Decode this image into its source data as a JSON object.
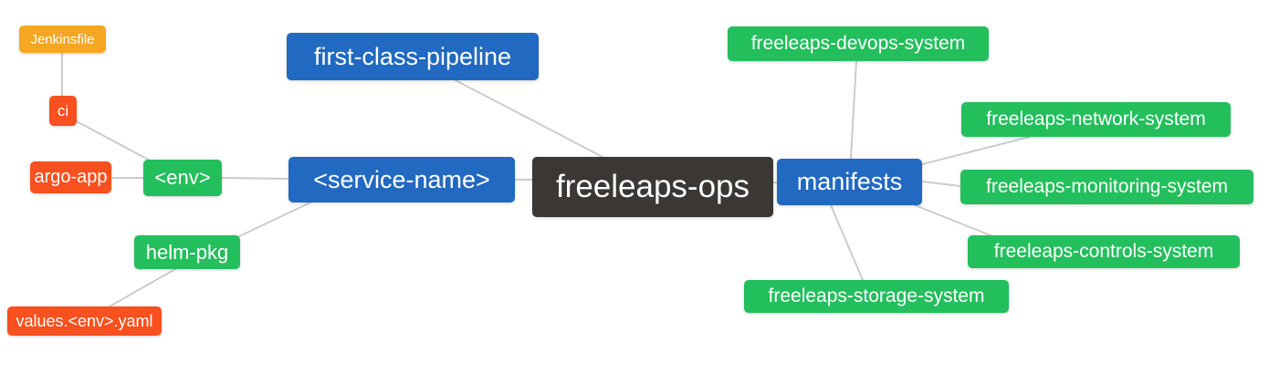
{
  "diagram": {
    "type": "mindmap",
    "root": "freeleaps-ops",
    "colors": {
      "primary_branch": "#2169c1",
      "leaf_green": "#23bf5c",
      "leaf_red": "#f8501e",
      "leaf_orange": "#f6a623",
      "root_dark": "#3b3734",
      "edge_gray": "#cccccc",
      "node_text": "#ffffff",
      "background": "#ffffff"
    },
    "nodes": [
      {
        "id": "jenkinsfile",
        "label": "Jenkinsfile",
        "color": "#f6a623"
      },
      {
        "id": "ci",
        "label": "ci",
        "color": "#f8501e"
      },
      {
        "id": "argo-app",
        "label": "argo-app",
        "color": "#f8501e"
      },
      {
        "id": "env",
        "label": "<env>",
        "color": "#23bf5c"
      },
      {
        "id": "helm-pkg",
        "label": "helm-pkg",
        "color": "#23bf5c"
      },
      {
        "id": "values-env-yaml",
        "label": "values.<env>.yaml",
        "color": "#f8501e"
      },
      {
        "id": "first-class-pipeline",
        "label": "first-class-pipeline",
        "color": "#2169c1"
      },
      {
        "id": "service-name",
        "label": "<service-name>",
        "color": "#2169c1"
      },
      {
        "id": "freeleaps-ops",
        "label": "freeleaps-ops",
        "color": "#3b3734"
      },
      {
        "id": "manifests",
        "label": "manifests",
        "color": "#2169c1"
      },
      {
        "id": "freeleaps-devops-system",
        "label": "freeleaps-devops-system",
        "color": "#23bf5c"
      },
      {
        "id": "freeleaps-network-system",
        "label": "freeleaps-network-system",
        "color": "#23bf5c"
      },
      {
        "id": "freeleaps-monitoring-system",
        "label": "freeleaps-monitoring-system",
        "color": "#23bf5c"
      },
      {
        "id": "freeleaps-controls-system",
        "label": "freeleaps-controls-system",
        "color": "#23bf5c"
      },
      {
        "id": "freeleaps-storage-system",
        "label": "freeleaps-storage-system",
        "color": "#23bf5c"
      }
    ],
    "edges": [
      {
        "from": "jenkinsfile",
        "to": "ci"
      },
      {
        "from": "ci",
        "to": "env"
      },
      {
        "from": "argo-app",
        "to": "env"
      },
      {
        "from": "env",
        "to": "service-name"
      },
      {
        "from": "helm-pkg",
        "to": "service-name"
      },
      {
        "from": "values-env-yaml",
        "to": "helm-pkg"
      },
      {
        "from": "first-class-pipeline",
        "to": "freeleaps-ops"
      },
      {
        "from": "service-name",
        "to": "freeleaps-ops"
      },
      {
        "from": "freeleaps-ops",
        "to": "manifests"
      },
      {
        "from": "manifests",
        "to": "freeleaps-devops-system"
      },
      {
        "from": "manifests",
        "to": "freeleaps-network-system"
      },
      {
        "from": "manifests",
        "to": "freeleaps-monitoring-system"
      },
      {
        "from": "manifests",
        "to": "freeleaps-controls-system"
      },
      {
        "from": "manifests",
        "to": "freeleaps-storage-system"
      }
    ]
  }
}
